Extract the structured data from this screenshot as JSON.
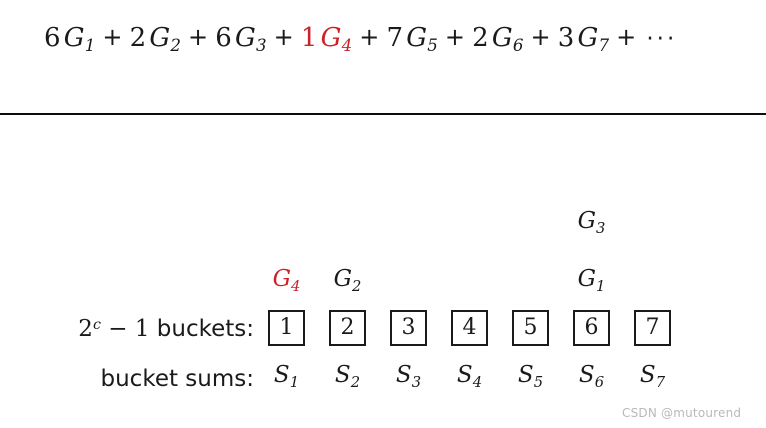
{
  "equation": {
    "terms": [
      {
        "coefficient": "6",
        "symbol": "G",
        "index": "1",
        "highlighted": false
      },
      {
        "coefficient": "2",
        "symbol": "G",
        "index": "2",
        "highlighted": false
      },
      {
        "coefficient": "6",
        "symbol": "G",
        "index": "3",
        "highlighted": false
      },
      {
        "coefficient": "1",
        "symbol": "G",
        "index": "4",
        "highlighted": true
      },
      {
        "coefficient": "7",
        "symbol": "G",
        "index": "5",
        "highlighted": false
      },
      {
        "coefficient": "2",
        "symbol": "G",
        "index": "6",
        "highlighted": false
      },
      {
        "coefficient": "3",
        "symbol": "G",
        "index": "7",
        "highlighted": false
      }
    ],
    "operator": "+",
    "ellipsis": "···",
    "highlight_color": "#cc2229"
  },
  "diagram": {
    "buckets_label": {
      "base": "2",
      "exponent": "c",
      "minus": "−",
      "count": "1",
      "text": "buckets:"
    },
    "sums_label": "bucket sums:",
    "columns": [
      {
        "bucket": "1",
        "sum_symbol": "S",
        "sum_index": "1",
        "tags": [
          {
            "symbol": "G",
            "index": "4",
            "highlighted": true,
            "tier": "mid"
          }
        ]
      },
      {
        "bucket": "2",
        "sum_symbol": "S",
        "sum_index": "2",
        "tags": [
          {
            "symbol": "G",
            "index": "2",
            "highlighted": false,
            "tier": "mid"
          }
        ]
      },
      {
        "bucket": "3",
        "sum_symbol": "S",
        "sum_index": "3",
        "tags": []
      },
      {
        "bucket": "4",
        "sum_symbol": "S",
        "sum_index": "4",
        "tags": []
      },
      {
        "bucket": "5",
        "sum_symbol": "S",
        "sum_index": "5",
        "tags": []
      },
      {
        "bucket": "6",
        "sum_symbol": "S",
        "sum_index": "6",
        "tags": [
          {
            "symbol": "G",
            "index": "3",
            "highlighted": false,
            "tier": "top"
          },
          {
            "symbol": "G",
            "index": "1",
            "highlighted": false,
            "tier": "mid"
          }
        ]
      },
      {
        "bucket": "7",
        "sum_symbol": "S",
        "sum_index": "7",
        "tags": []
      }
    ]
  },
  "watermark": "CSDN @mutourend"
}
